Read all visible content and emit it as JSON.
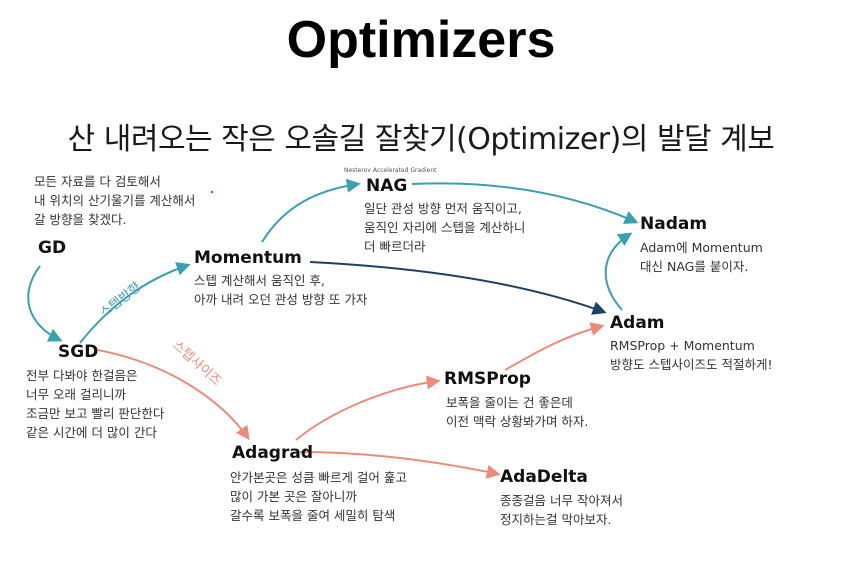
{
  "title": "Optimizers",
  "subtitle": "산 내려오는 작은 오솔길 잘찾기(Optimizer)의 발달 계보",
  "colors": {
    "teal": "#3a9fb0",
    "salmon": "#e98c7c",
    "navy": "#1e3f66"
  },
  "nodes": {
    "gd": {
      "name": "GD",
      "desc": "모든 자료를 다 검토해서\n내 위치의 산기울기를 계산해서\n갈 방향을 찾겠다."
    },
    "sgd": {
      "name": "SGD",
      "desc": "전부 다봐야 한걸음은\n너무 오래 걸리니까\n조금만 보고 빨리 판단한다\n같은 시간에 더 많이 간다"
    },
    "momentum": {
      "name": "Momentum",
      "desc": "스텝 계산해서 움직인 후,\n아까 내려 오던 관성 방향 또 가자"
    },
    "nag": {
      "name": "NAG",
      "fullname": "Nesterov Accelerated Gradient",
      "desc": "일단 관성 방향 먼저 움직이고,\n움직인 자리에 스텝을 계산하니\n더 빠르더라"
    },
    "nadam": {
      "name": "Nadam",
      "desc": "Adam에 Momentum\n대신 NAG를 붙이자."
    },
    "adam": {
      "name": "Adam",
      "desc": "RMSProp + Momentum\n방향도 스텝사이즈도 적절하게!"
    },
    "rmsprop": {
      "name": "RMSProp",
      "desc": "보폭을 줄이는 건 좋은데\n이전 맥락 상황봐가며 하자."
    },
    "adagrad": {
      "name": "Adagrad",
      "desc": "안가본곳은 성큼 빠르게 걸어 훑고\n많이 가본 곳은 잘아니까\n갈수록 보폭을 줄여 세밀히 탐색"
    },
    "adadelta": {
      "name": "AdaDelta",
      "desc": "종종걸음 너무 작아져서\n정지하는걸 막아보자."
    }
  },
  "edge_labels": {
    "direction": "스텝방향",
    "stepsize": "스텝사이즈"
  }
}
